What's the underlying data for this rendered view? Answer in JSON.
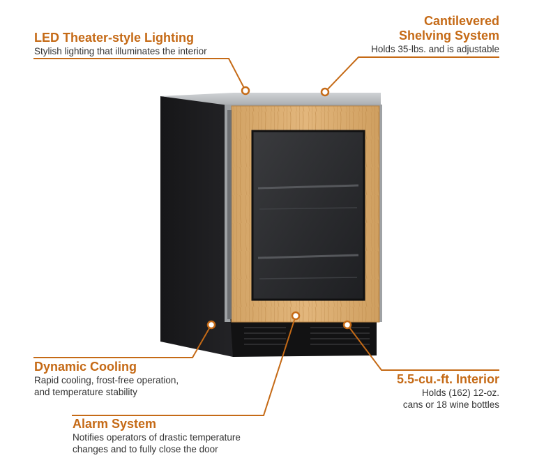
{
  "colors": {
    "accent": "#c56a16",
    "text": "#333333",
    "cabinet": "#1c1c1e",
    "steel": "#b4b7ba",
    "wood": "#d9ab6f"
  },
  "callouts": {
    "led": {
      "title": "LED Theater-style Lighting",
      "desc": "Stylish lighting that illuminates the interior"
    },
    "shelving": {
      "title_line1": "Cantilevered",
      "title_line2": "Shelving System",
      "desc": "Holds 35-lbs. and is adjustable"
    },
    "cooling": {
      "title": "Dynamic Cooling",
      "desc_line1": "Rapid cooling, frost-free operation,",
      "desc_line2": "and temperature stability"
    },
    "interior": {
      "title": "5.5-cu.-ft. Interior",
      "desc_line1": "Holds (162) 12-oz.",
      "desc_line2": "cans or 18 wine bottles"
    },
    "alarm": {
      "title": "Alarm System",
      "desc_line1": "Notifies operators of drastic temperature",
      "desc_line2": "changes and to fully close the door"
    }
  }
}
